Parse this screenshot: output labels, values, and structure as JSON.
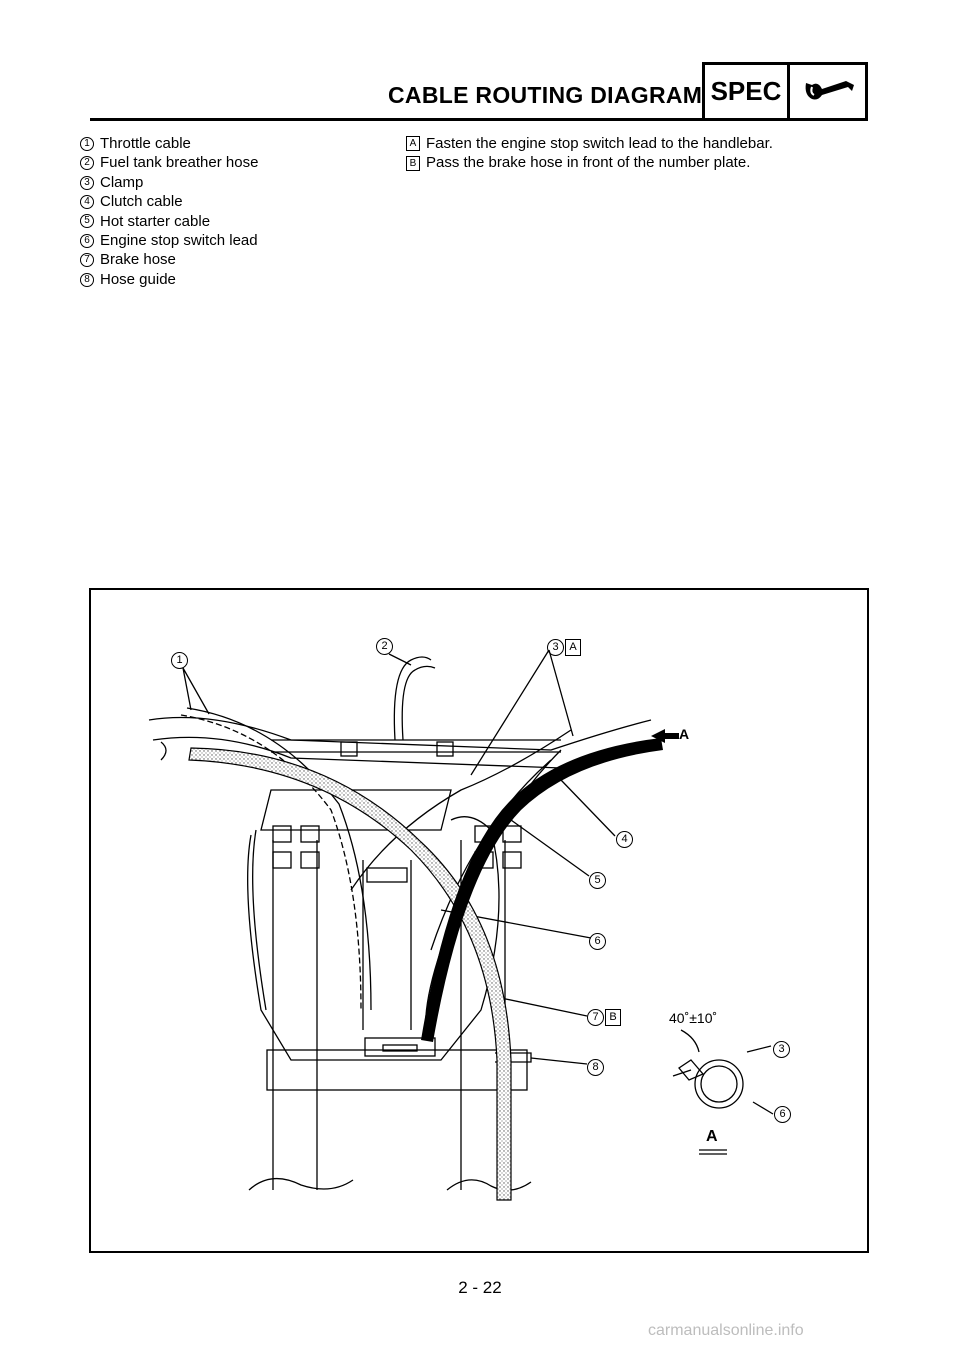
{
  "header": {
    "title": "CABLE ROUTING DIAGRAM",
    "spec": "SPEC",
    "icon": "wrench-icon"
  },
  "legend": [
    {
      "num": "1",
      "label": "Throttle cable"
    },
    {
      "num": "2",
      "label": "Fuel tank breather hose"
    },
    {
      "num": "3",
      "label": "Clamp"
    },
    {
      "num": "4",
      "label": "Clutch cable"
    },
    {
      "num": "5",
      "label": "Hot starter cable"
    },
    {
      "num": "6",
      "label": "Engine stop switch lead"
    },
    {
      "num": "7",
      "label": "Brake hose"
    },
    {
      "num": "8",
      "label": "Hose guide"
    }
  ],
  "notes": [
    {
      "letter": "A",
      "text": "Fasten the engine stop switch lead to the handlebar."
    },
    {
      "letter": "B",
      "text": "Pass the brake hose in front of the number plate."
    }
  ],
  "diagram": {
    "callouts": [
      "1",
      "2",
      "3",
      "A",
      "4",
      "5",
      "6",
      "7",
      "B",
      "8"
    ],
    "view_label": "A",
    "angle_label": "40˚±10˚",
    "inset_callouts": [
      "3",
      "6"
    ]
  },
  "page_number": "2 - 22",
  "watermark": "carmanualsonline.info"
}
